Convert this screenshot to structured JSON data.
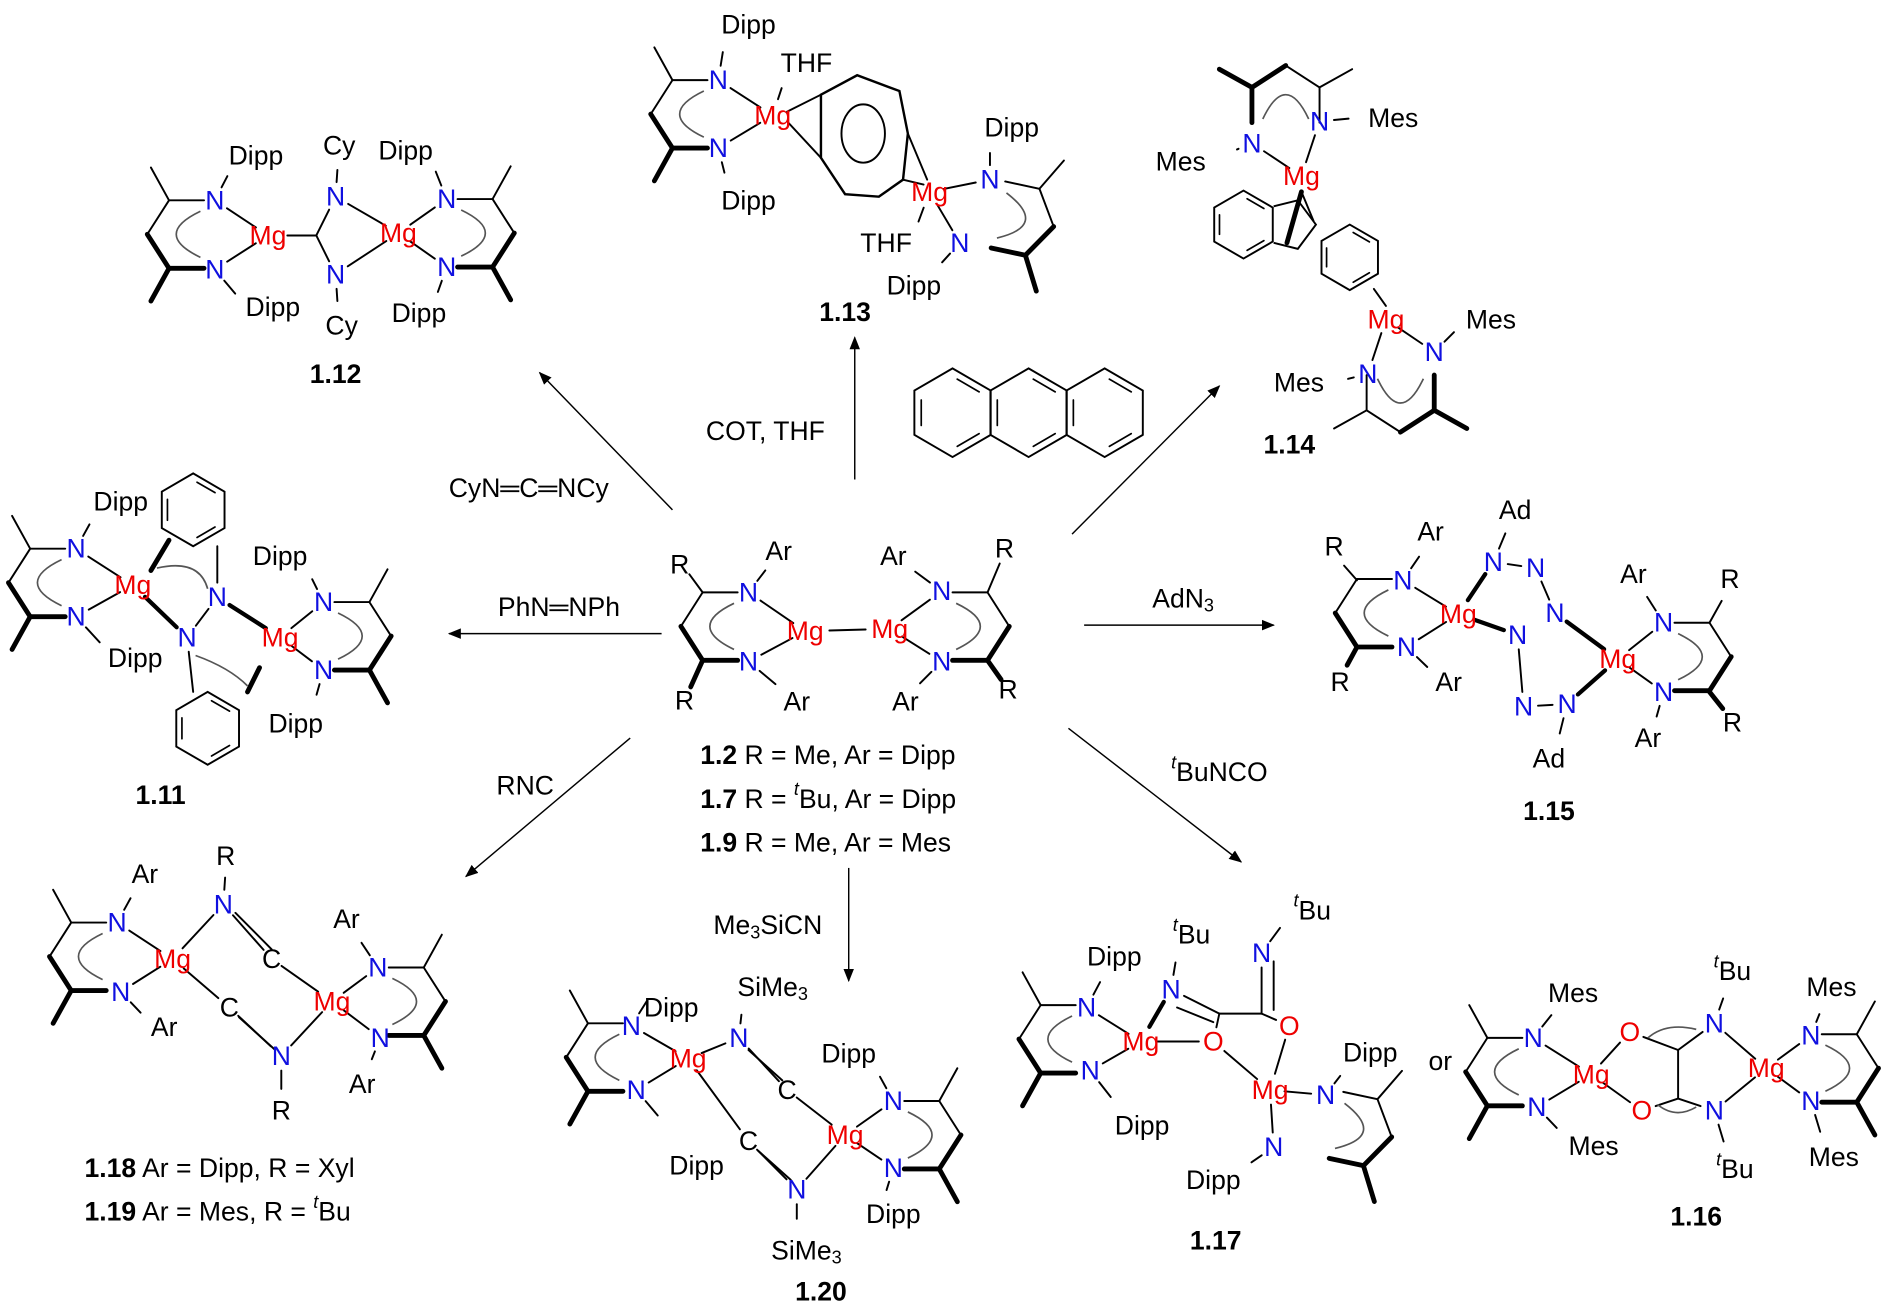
{
  "atoms": {
    "N": "N",
    "Mg": "Mg",
    "O": "O",
    "C": "C"
  },
  "groups": {
    "Dipp": "Dipp",
    "Mes": "Mes",
    "Cy": "Cy",
    "Ar": "Ar",
    "R": "R",
    "THF": "THF",
    "Ad": "Ad",
    "SiMe": "SiMe",
    "three": "3",
    "t": "t",
    "Bu": "Bu"
  },
  "compounds": {
    "c1_12": "1.12",
    "c1_13": "1.13",
    "c1_14": "1.14",
    "c1_11": "1.11",
    "c1_15": "1.15",
    "c1_17": "1.17",
    "c1_16": "1.16",
    "c1_20": "1.20",
    "or": "or"
  },
  "starting_material": {
    "line1": {
      "num": "1.2",
      "text": " R = Me, Ar = Dipp"
    },
    "line2": {
      "num": "1.7",
      "pre": " R = ",
      "t": "t",
      "post": "Bu, Ar = Dipp"
    },
    "line3": {
      "num": "1.9",
      "text": " R = Me, Ar = Mes"
    }
  },
  "legend_1_18_19": {
    "line1": {
      "num": "1.18",
      "text": " Ar = Dipp, R = Xyl"
    },
    "line2": {
      "num": "1.19",
      "pre": " Ar = Mes, R = ",
      "t": "t",
      "post": "Bu"
    }
  },
  "reagents": {
    "carbodiimide": "CyN═C═NCy",
    "cot": "COT, THF",
    "azobenzene": "PhN═NPh",
    "adn3": {
      "a": "AdN",
      "b": "3"
    },
    "tbunco": {
      "t": "t",
      "b": "BuNCO"
    },
    "rnc": "RNC",
    "me3sicn": {
      "a": "Me",
      "b": "3",
      "c": "SiCN"
    }
  },
  "colors": {
    "nitrogen": "#1010e0",
    "magnesium": "#ee0000",
    "bond": "#000000"
  }
}
